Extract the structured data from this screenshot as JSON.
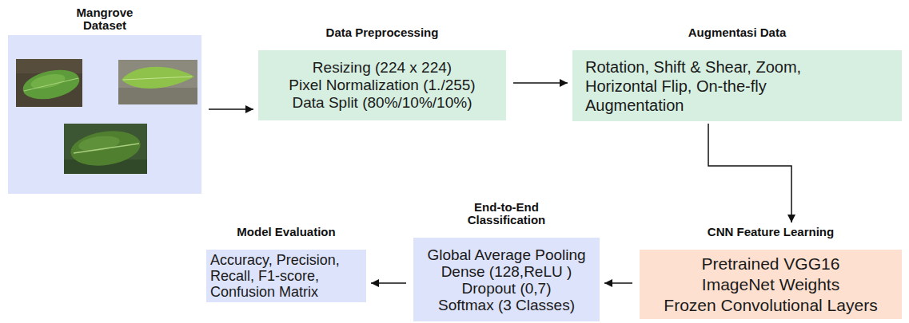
{
  "diagram": {
    "nodes": [
      {
        "text": [
          "Mangrove Dataset"
        ]
      },
      {
        "text": [
          "Data Preprocessing",
          "Resizing (224 x 224)",
          "Pixel Normalization (1./255)",
          "Data Split (80%/10%/10%)"
        ]
      },
      {
        "text": [
          "Augmentasi Data",
          "Rotation, Shift & Shear, Zoom, Horizontal Flip, On-the-fly Augmentation"
        ]
      },
      {
        "text": [
          "CNN Feature Learning",
          "Pretrained VGG16",
          "ImageNet Weights",
          "Frozen Convolutional Layers"
        ]
      },
      {
        "text": [
          "End-to-End Classification",
          "Global Average Pooling",
          "Dense (128,ReLU )",
          "Dropout (0,7)",
          "Softmax (3 Classes)"
        ]
      },
      {
        "text": [
          "Model Evaluation",
          "Accuracy, Precision, Recall, F1-score, Confusion Matrix"
        ]
      }
    ],
    "edges": [
      {
        "from": 0,
        "to": 1,
        "arrow": "to"
      },
      {
        "from": 1,
        "to": 2,
        "arrow": "to"
      },
      {
        "from": 2,
        "to": 3,
        "arrow": "to"
      },
      {
        "from": 3,
        "to": 4,
        "arrow": "to"
      },
      {
        "from": 4,
        "to": 5,
        "arrow": "to"
      }
    ]
  }
}
